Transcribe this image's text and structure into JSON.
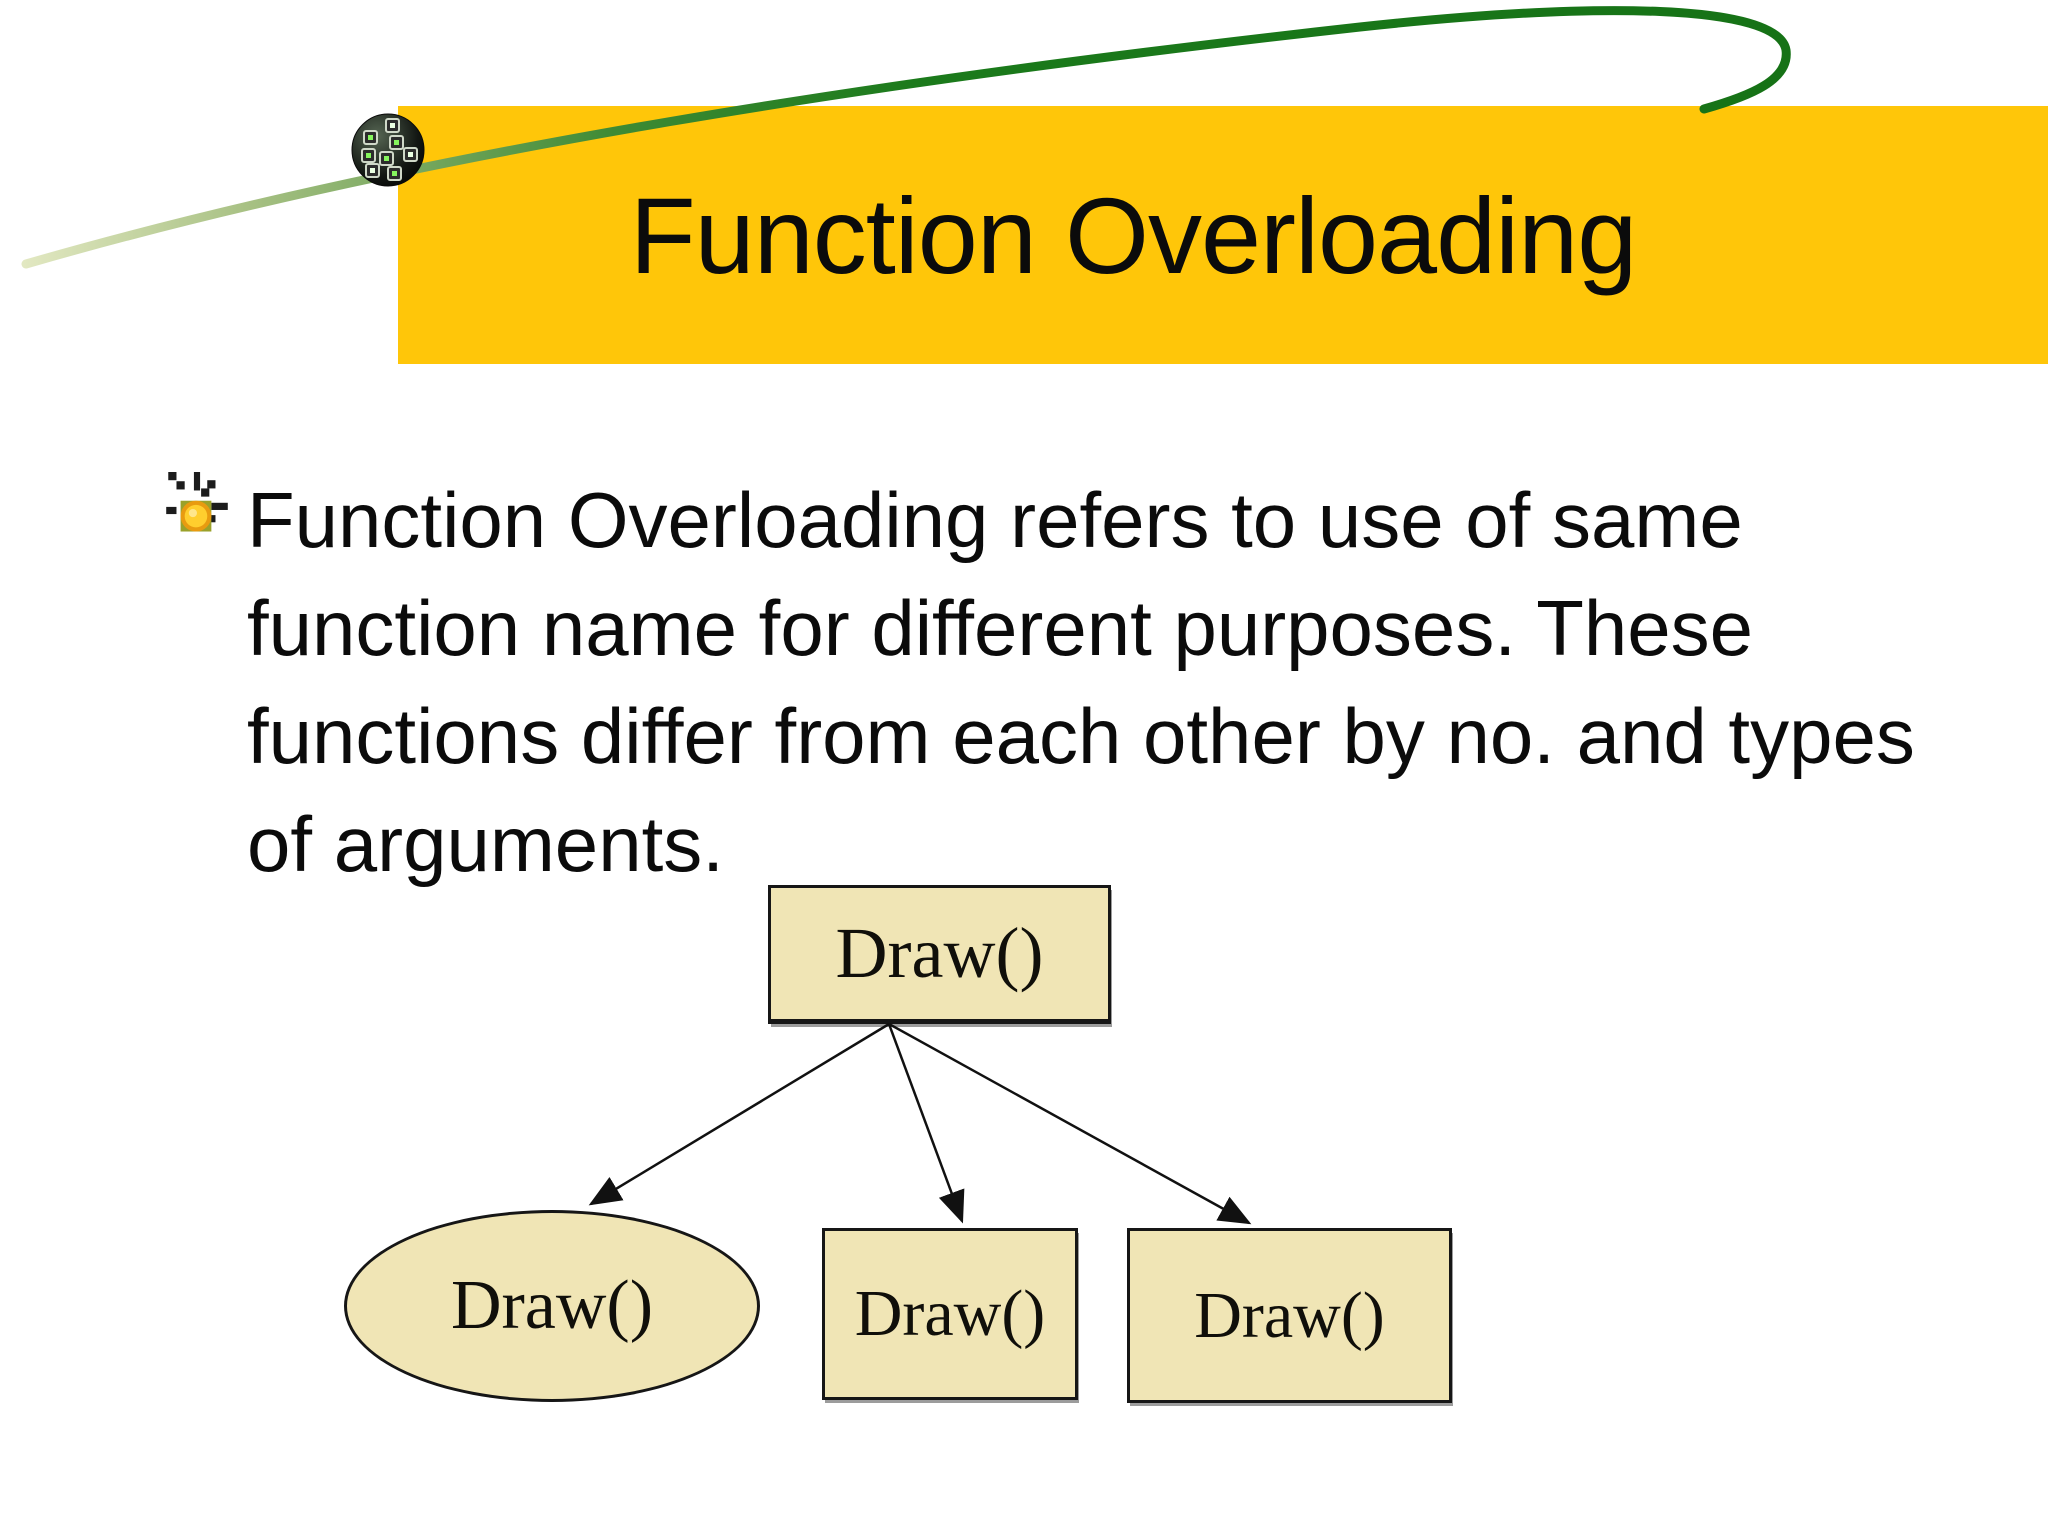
{
  "slide": {
    "title": "Function Overloading",
    "body": {
      "lines": [
        "Function Overloading refers to use of same",
        "function name for different purposes. These",
        "functions differ from each other by no. and types",
        "of arguments."
      ]
    }
  },
  "diagram": {
    "root": {
      "label": "Draw()",
      "shape": "rectangle"
    },
    "children": [
      {
        "label": "Draw()",
        "shape": "ellipse"
      },
      {
        "label": "Draw()",
        "shape": "rectangle"
      },
      {
        "label": "Draw()",
        "shape": "rectangle"
      }
    ]
  },
  "icons": {
    "bullet": "sunburst-bullet-icon",
    "ornament": "green-sphere-ornament-icon"
  },
  "colors": {
    "background": "#FFFFFF",
    "banner_yellow": "#FFC609",
    "shape_fill": "#F0E5B5",
    "shape_border": "#161616",
    "curve_green": "#1B7A1B",
    "curve_pale": "#E8ECC8",
    "text_color": "#0B0B0B"
  }
}
